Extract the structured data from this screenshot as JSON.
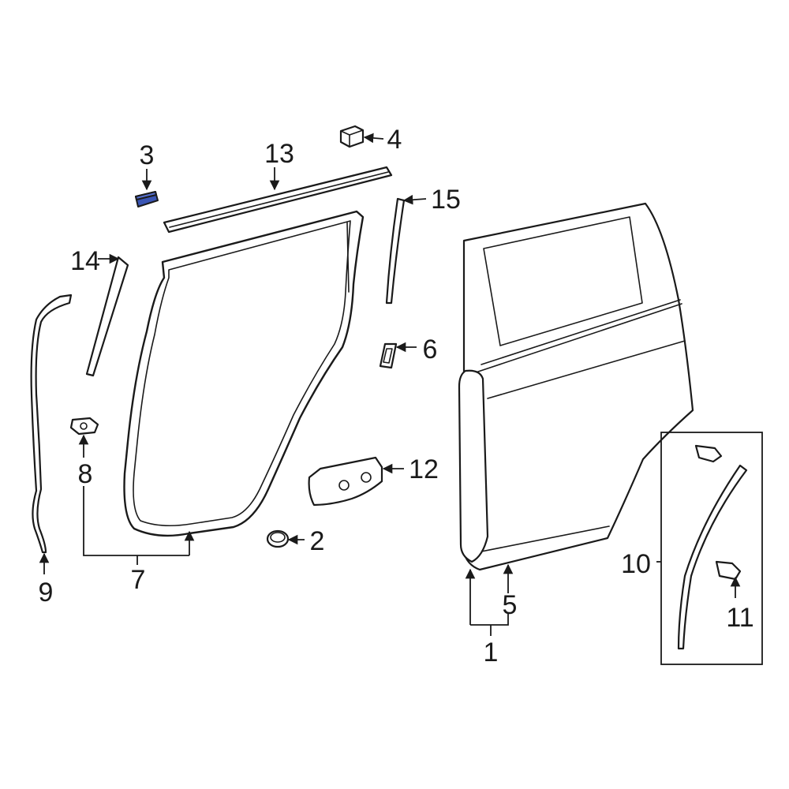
{
  "colors": {
    "line": "#1a1a1a",
    "background": "#ffffff",
    "highlight": "#3a55b4"
  },
  "highlighted_part": "3",
  "callouts": {
    "c1": "1",
    "c2": "2",
    "c3": "3",
    "c4": "4",
    "c5": "5",
    "c6": "6",
    "c7": "7",
    "c8": "8",
    "c9": "9",
    "c10": "10",
    "c11": "11",
    "c12": "12",
    "c13": "13",
    "c14": "14",
    "c15": "15"
  }
}
